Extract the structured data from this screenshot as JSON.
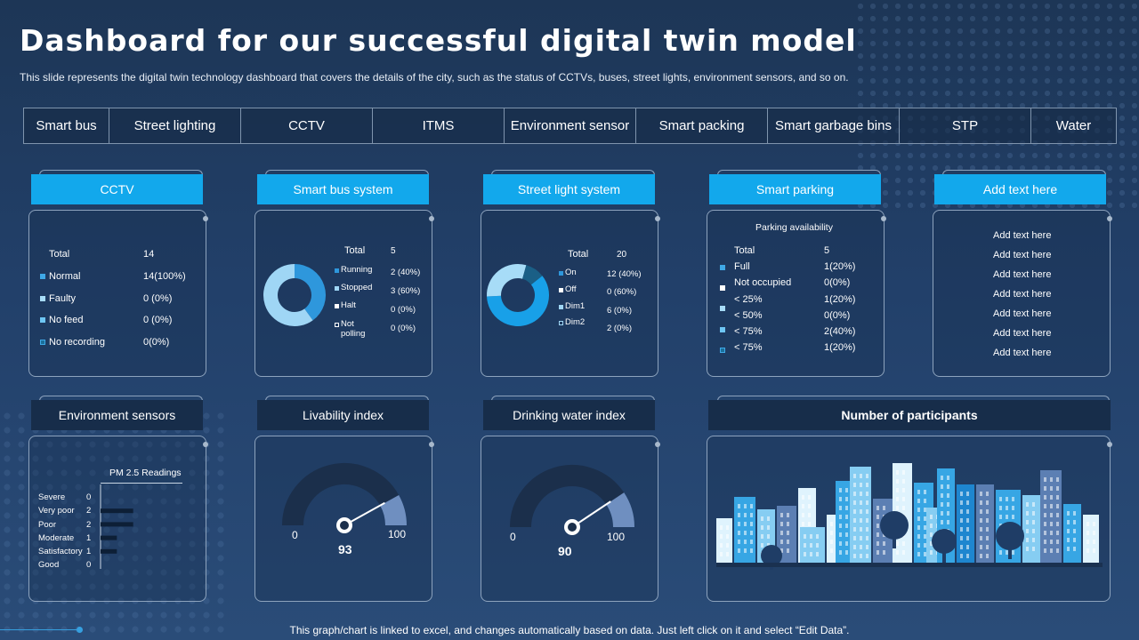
{
  "title": "Dashboard for our successful digital twin model",
  "subtitle": "This slide represents the digital twin technology dashboard that covers the details of the city,  such as the status of CCTVs, buses, street lights, environment sensors, and so on.",
  "nav": [
    "Smart bus",
    "Street lighting",
    "CCTV",
    "ITMS",
    "Environment sensor",
    "Smart packing",
    "Smart garbage bins",
    "STP",
    "Water"
  ],
  "cctv": {
    "title": "CCTV",
    "rows": [
      {
        "label": "Total",
        "value": "14"
      },
      {
        "label": "Normal",
        "value": "14(100%)"
      },
      {
        "label": "Faulty",
        "value": "0 (0%)"
      },
      {
        "label": "No feed",
        "value": "0 (0%)"
      },
      {
        "label": "No recording",
        "value": "0(0%)"
      }
    ]
  },
  "bus": {
    "title": "Smart bus system",
    "total_label": "Total",
    "total_value": "5",
    "rows": [
      {
        "label": "Running",
        "value": "2 (40%)"
      },
      {
        "label": "Stopped",
        "value": "3 (60%)"
      },
      {
        "label": "Halt",
        "value": "0 (0%)"
      },
      {
        "label": "Not polling",
        "value": "0 (0%)"
      }
    ]
  },
  "street": {
    "title": "Street light system",
    "total_label": "Total",
    "total_value": "20",
    "rows": [
      {
        "label": "On",
        "value": "12 (40%)"
      },
      {
        "label": "Off",
        "value": "0 (60%)"
      },
      {
        "label": "Dim1",
        "value": "6 (0%)"
      },
      {
        "label": "Dim2",
        "value": "2 (0%)"
      }
    ]
  },
  "parking": {
    "title": "Smart parking",
    "heading": "Parking availability",
    "rows": [
      {
        "label": "Total",
        "value": "5"
      },
      {
        "label": "Full",
        "value": "1(20%)"
      },
      {
        "label": "Not occupied",
        "value": "0(0%)"
      },
      {
        "label": "< 25%",
        "value": "1(20%)"
      },
      {
        "label": "< 50%",
        "value": "0(0%)"
      },
      {
        "label": "< 75%",
        "value": "2(40%)"
      },
      {
        "label": "< 75%",
        "value": "1(20%)"
      }
    ]
  },
  "addtext": {
    "title": "Add text here",
    "items": [
      "Add text here",
      "Add text here",
      "Add text here",
      "Add text here",
      "Add text here",
      "Add text here",
      "Add text here"
    ]
  },
  "env": {
    "title": "Environment  sensors",
    "chart_title": "PM 2.5 Readings",
    "rows": [
      {
        "label": "Severe",
        "value": "0"
      },
      {
        "label": "Very poor",
        "value": "2"
      },
      {
        "label": "Poor",
        "value": "2"
      },
      {
        "label": "Moderate",
        "value": "1"
      },
      {
        "label": "Satisfactory",
        "value": "1"
      },
      {
        "label": "Good",
        "value": "0"
      }
    ]
  },
  "livability": {
    "title": "Livability index",
    "value": "93",
    "min": "0",
    "max": "100"
  },
  "water": {
    "title": "Drinking water index",
    "value": "90",
    "min": "0",
    "max": "100"
  },
  "participants": {
    "title": "Number of participants"
  },
  "footnote": "This graph/chart is linked to excel,  and changes automatically based on data. Just left click on it and select “Edit Data”.",
  "colors": {
    "accent": "#12a8ec",
    "panel": "#172d4a",
    "gauge_dark": "#1b2f4b",
    "gauge_light": "#6f8fc0"
  },
  "chart_data": [
    {
      "type": "pie",
      "name": "Smart bus system",
      "categories": [
        "Running",
        "Stopped",
        "Halt",
        "Not polling"
      ],
      "values": [
        2,
        3,
        0,
        0
      ]
    },
    {
      "type": "pie",
      "name": "Street light system",
      "categories": [
        "On",
        "Off",
        "Dim1",
        "Dim2"
      ],
      "values": [
        12,
        0,
        6,
        2
      ]
    },
    {
      "type": "bar",
      "title": "PM 2.5 Readings",
      "categories": [
        "Severe",
        "Very poor",
        "Poor",
        "Moderate",
        "Satisfactory",
        "Good"
      ],
      "values": [
        0,
        2,
        2,
        1,
        1,
        0
      ]
    },
    {
      "type": "gauge",
      "title": "Livability index",
      "value": 93,
      "ylim": [
        0,
        100
      ]
    },
    {
      "type": "gauge",
      "title": "Drinking water index",
      "value": 90,
      "ylim": [
        0,
        100
      ]
    }
  ]
}
